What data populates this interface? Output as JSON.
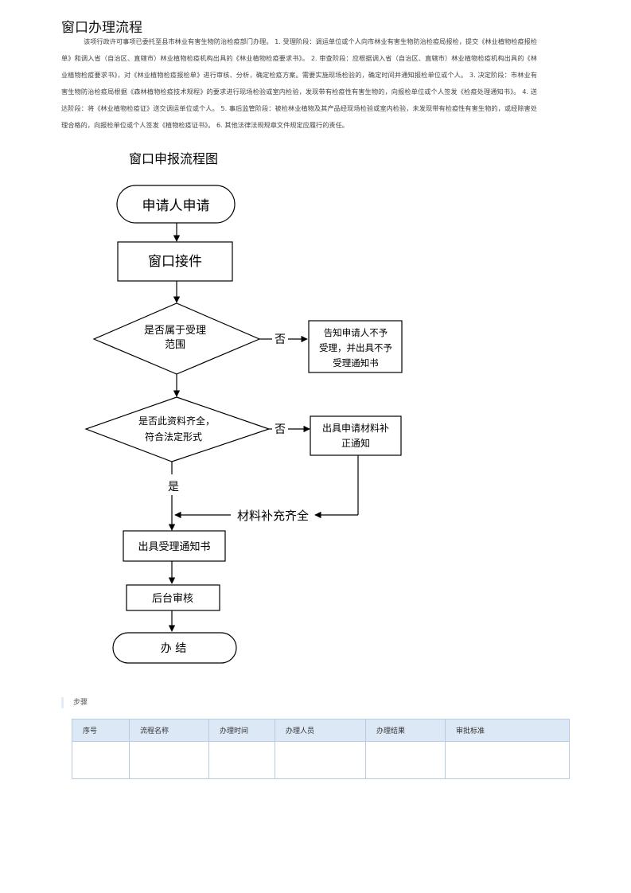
{
  "title": "窗口办理流程",
  "intro": "该项行政许可事项已委托至县市林业有害生物防治检疫部门办理。 1. 受理阶段：调运单位或个人向市林业有害生物防治检疫局报检，提交《林业植物检疫报检单》和调入省（自治区、直辖市）林业植物检疫机构出具的《林业植物检疫要求书》。 2. 审查阶段：应根据调入省（自治区、直辖市）林业植物检疫机构出具的《林业植物检疫要求书》，对《林业植物检疫报检单》进行审核、分析，确定检疫方案。需要实施现场检验的，确定时间并通知报检单位或个人。 3. 决定阶段：市林业有害生物防治检疫局根据《森林植物检疫技术规程》的要求进行现场检验或室内检验，发现带有检疫性有害生物的，向报检单位或个人签发《检疫处理通知书》。 4. 送达阶段：将《林业植物检疫证》送交调运单位或个人。 5. 事后监管阶段：被检林业植物及其产品经现场检验或室内检验，未发现带有检疫性有害生物的，或经除害处理合格的，向报检单位或个人签发《植物检疫证书》。 6. 其他法律法规规章文件规定应履行的责任。",
  "flowchart": {
    "title": "窗口申报流程图",
    "start": "申请人申请",
    "accept": "窗口接件",
    "decision1": [
      "是否属于受理",
      "范围"
    ],
    "decision1_no": "否",
    "reject": [
      "告知申请人不予",
      "受理，并出具不予",
      "受理通知书"
    ],
    "decision2": [
      "是否此资料齐全，",
      "符合法定形式"
    ],
    "decision2_no": "否",
    "supplement": [
      "出具申请材料补",
      "正通知"
    ],
    "yes": "是",
    "supplement_done": "材料补充齐全",
    "notice": "出具受理通知书",
    "review": "后台审核",
    "end": "办 结"
  },
  "steps": {
    "heading": "步骤",
    "columns": [
      "序号",
      "流程名称",
      "办理时间",
      "办理人员",
      "办理结果",
      "审批标准"
    ]
  }
}
